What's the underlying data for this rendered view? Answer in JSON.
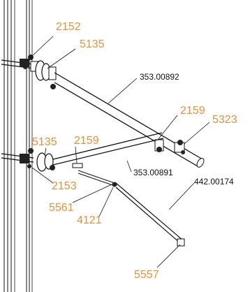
{
  "colors": {
    "callout_orange": "#e8913a",
    "callout_black": "#111111",
    "line": "#111111",
    "background": "#ffffff"
  },
  "callouts": {
    "c2152": "2152",
    "c5135_top": "5135",
    "c353_00892": "353.00892",
    "c2159_right": "2159",
    "c5323": "5323",
    "c5135_left": "5135",
    "c2159_mid": "2159",
    "c353_00891": "353.00891",
    "c2153": "2153",
    "c442_00174": "442.00174",
    "c5561": "5561",
    "c4121": "4121",
    "c5557": "5557"
  }
}
